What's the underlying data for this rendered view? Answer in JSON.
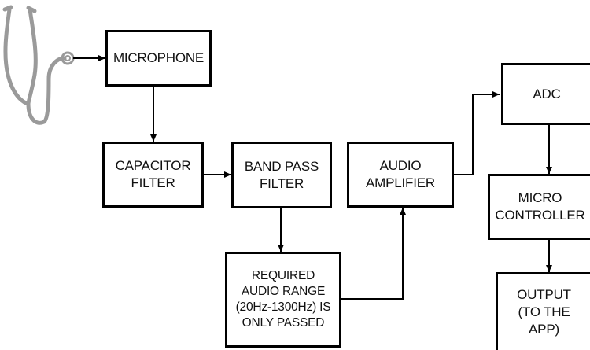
{
  "blocks": {
    "microphone": "MICROPHONE",
    "capacitor_filter": "CAPACITOR\nFILTER",
    "band_pass_filter": "BAND PASS\nFILTER",
    "required_range": "REQUIRED\nAUDIO RANGE\n(20Hz-1300Hz) IS\nONLY PASSED",
    "audio_amplifier": "AUDIO\nAMPLIFIER",
    "adc": "ADC",
    "micro_controller": "MICRO\nCONTROLLER",
    "output": "OUTPUT\n(TO THE\nAPP)"
  },
  "colors": {
    "line": "#000000",
    "stethoscope": "#9a9a9a",
    "background": "#ffffff"
  },
  "icons": {
    "stethoscope": "stethoscope-icon"
  }
}
